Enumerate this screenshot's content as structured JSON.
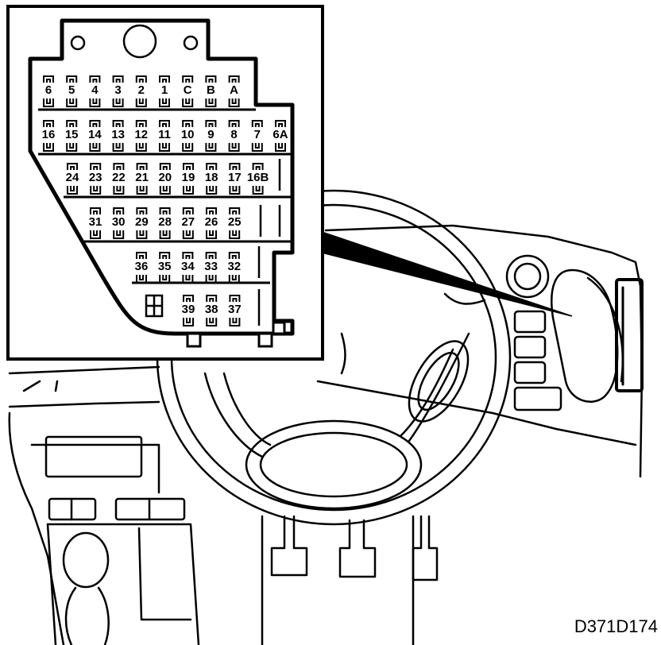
{
  "diagram": {
    "reference_code": "D371D174",
    "fuse_rows": [
      [
        "6",
        "5",
        "4",
        "3",
        "2",
        "1",
        "C",
        "B",
        "A"
      ],
      [
        "16",
        "15",
        "14",
        "13",
        "12",
        "11",
        "10",
        "9",
        "8",
        "7",
        "6A"
      ],
      [
        "24",
        "23",
        "22",
        "21",
        "20",
        "19",
        "18",
        "17",
        "16B"
      ],
      [
        "31",
        "30",
        "29",
        "28",
        "27",
        "26",
        "25"
      ],
      [
        "36",
        "35",
        "34",
        "33",
        "32"
      ],
      [
        "39",
        "38",
        "37"
      ]
    ]
  }
}
